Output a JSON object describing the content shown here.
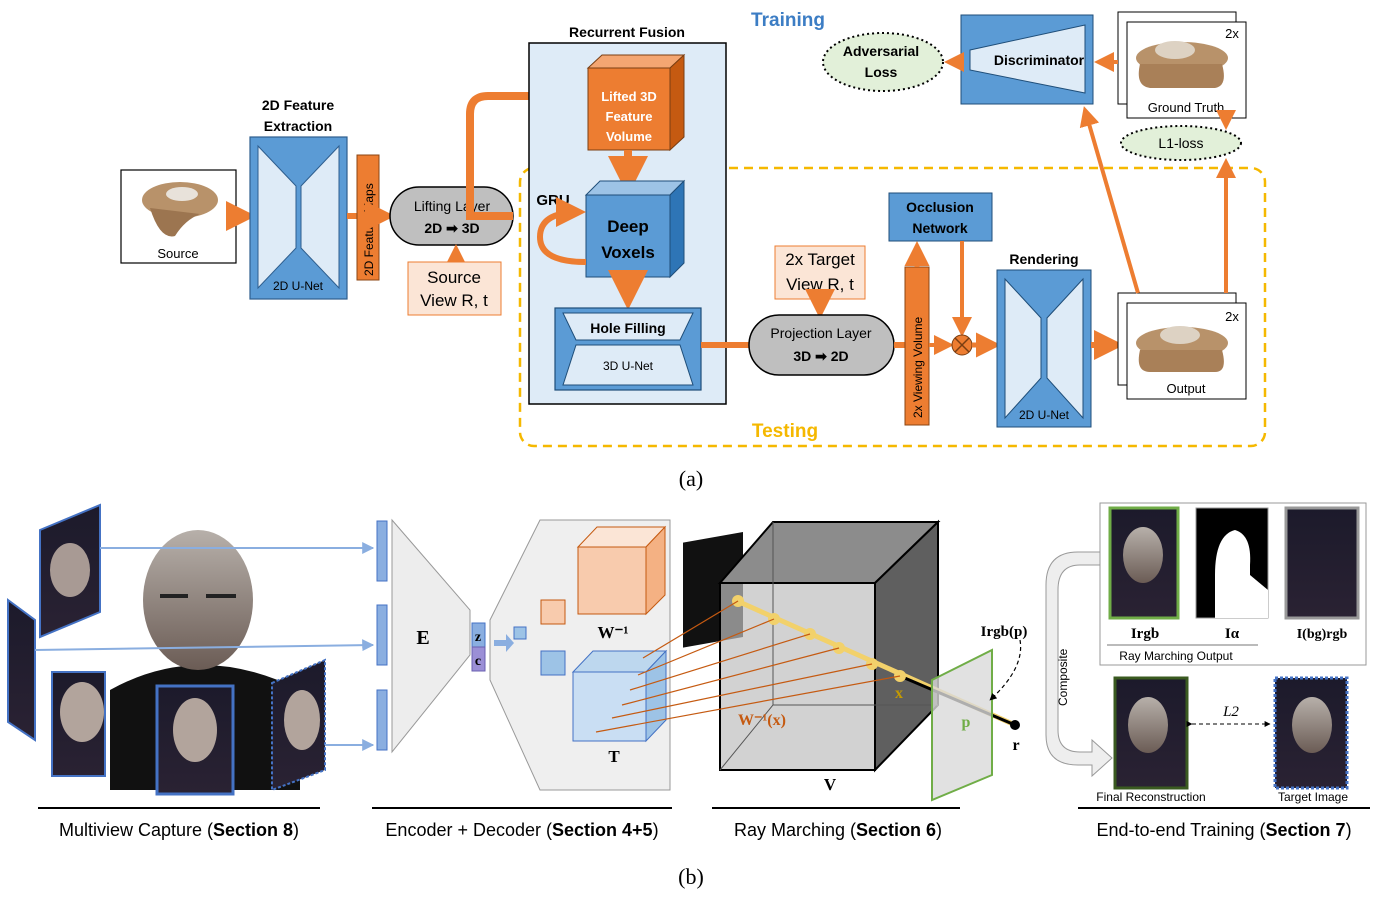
{
  "panel_a": {
    "caption": "(a)",
    "training_label": "Training",
    "testing_label": "Testing",
    "source": "Source",
    "feature_extraction_title_1": "2D Feature",
    "feature_extraction_title_2": "Extraction",
    "unet_2d": "2D U-Net",
    "feature_maps": "2D Feature Maps",
    "lifting_title": "Lifting Layer",
    "lifting_sub": "2D ➡ 3D",
    "source_view_1": "Source",
    "source_view_2": "View R, t",
    "recurrent_fusion": "Recurrent Fusion",
    "lifted_1": "Lifted 3D",
    "lifted_2": "Feature",
    "lifted_3": "Volume",
    "gru": "GRU",
    "deep_1": "Deep",
    "deep_2": "Voxels",
    "hole_filling": "Hole Filling",
    "unet_3d": "3D U-Net",
    "target_view_1": "2x Target",
    "target_view_2": "View R, t",
    "projection_title": "Projection Layer",
    "projection_sub": "3D ➡ 2D",
    "occlusion_1": "Occlusion",
    "occlusion_2": "Network",
    "viewing_volume": "2x Viewing Volume",
    "rendering": "Rendering",
    "unet_2d_render": "2D U-Net",
    "output": "Output",
    "output_scale": "2x",
    "ground_truth": "Ground Truth",
    "gt_scale": "2x",
    "discriminator": "Discriminator",
    "adv_1": "Adversarial",
    "adv_2": "Loss",
    "l1": "L1-loss"
  },
  "panel_b": {
    "caption": "(b)",
    "E": "E",
    "z": "z",
    "c": "c",
    "W_inv": "W⁻¹",
    "T": "T",
    "W_inv_x": "W⁻¹(x)",
    "x": "x",
    "p": "p",
    "r": "r",
    "V": "V",
    "I_rgb_p": "Irgb(p)",
    "I_rgb": "Irgb",
    "I_alpha": "Iα",
    "I_bg": "I(bg)rgb",
    "ray_marching_output": "Ray Marching Output",
    "composite": "Composite",
    "L2": "L2",
    "final_reconstruction": "Final Reconstruction",
    "target_image": "Target Image",
    "sec_capture": "Multiview Capture (",
    "sec_capture_b": "Section 8",
    "sec_encoder": "Encoder + Decoder (",
    "sec_encoder_b": "Section 4+5",
    "sec_ray": "Ray Marching (",
    "sec_ray_b": "Section 6",
    "sec_train": "End-to-end Training (",
    "sec_train_b": "Section 7",
    "close_paren": ")"
  },
  "colors": {
    "orange": "#ED7D31",
    "blue": "#5B9BD5",
    "light_blue": "#DEEBF7",
    "testing_yellow": "#F5B800",
    "training_blue": "#3C7DC4"
  }
}
